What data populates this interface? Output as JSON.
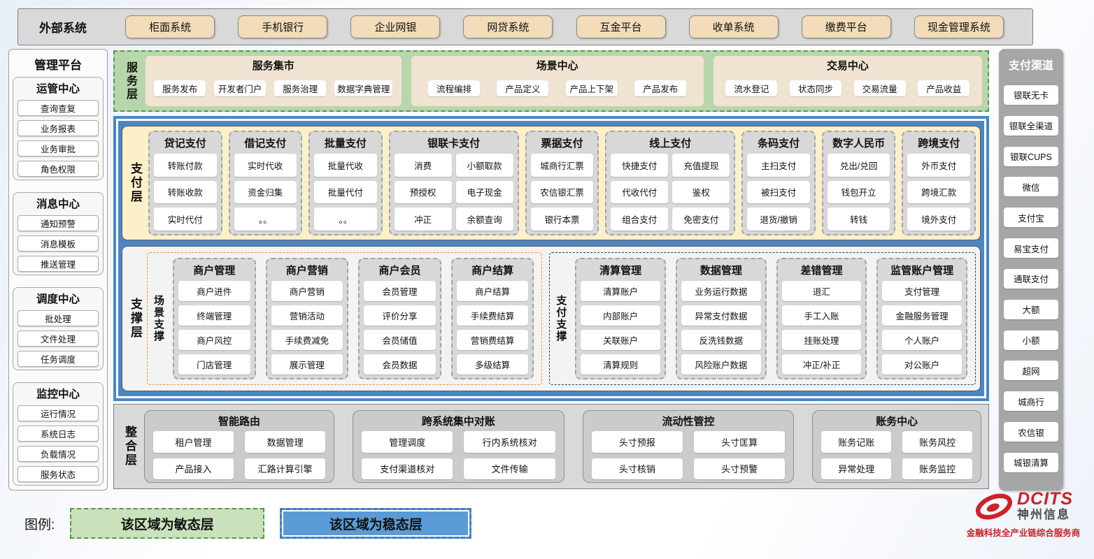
{
  "external_systems": {
    "label": "外部系统",
    "items": [
      "柜面系统",
      "手机银行",
      "企业网银",
      "网贷系统",
      "互金平台",
      "收单系统",
      "缴费平台",
      "现金管理系统"
    ]
  },
  "management_platform": {
    "title": "管理平台",
    "sections": [
      {
        "title": "运管中心",
        "items": [
          "查询查复",
          "业务报表",
          "业务审批",
          "角色权限"
        ]
      },
      {
        "title": "消息中心",
        "items": [
          "通知预警",
          "消息模板",
          "推送管理"
        ]
      },
      {
        "title": "调度中心",
        "items": [
          "批处理",
          "文件处理",
          "任务调度"
        ]
      },
      {
        "title": "监控中心",
        "items": [
          "运行情况",
          "系统日志",
          "负载情况",
          "服务状态"
        ]
      }
    ]
  },
  "service_layer": {
    "label": "服务层",
    "groups": [
      {
        "title": "服务集市",
        "items": [
          "服务发布",
          "开发者门户",
          "服务治理",
          "数据字典管理"
        ]
      },
      {
        "title": "场景中心",
        "items": [
          "流程编排",
          "产品定义",
          "产品上下架",
          "产品发布"
        ]
      },
      {
        "title": "交易中心",
        "items": [
          "流水登记",
          "状态同步",
          "交易流量",
          "产品收益"
        ]
      }
    ]
  },
  "payment_layer": {
    "label": "支付层",
    "groups": [
      {
        "title": "贷记支付",
        "cols": 1,
        "items": [
          "转账付款",
          "转账收款",
          "实时代付"
        ]
      },
      {
        "title": "借记支付",
        "cols": 1,
        "items": [
          "实时代收",
          "资金归集",
          "。。"
        ]
      },
      {
        "title": "批量支付",
        "cols": 1,
        "items": [
          "批量代收",
          "批量代付",
          "。。"
        ]
      },
      {
        "title": "银联卡支付",
        "cols": 2,
        "items": [
          "消费",
          "小额取款",
          "预授权",
          "电子现金",
          "冲正",
          "余额查询"
        ]
      },
      {
        "title": "票据支付",
        "cols": 1,
        "items": [
          "城商行汇票",
          "农信银汇票",
          "银行本票"
        ]
      },
      {
        "title": "线上支付",
        "cols": 2,
        "items": [
          "快捷支付",
          "充值提现",
          "代收代付",
          "鉴权",
          "组合支付",
          "免密支付"
        ]
      },
      {
        "title": "条码支付",
        "cols": 1,
        "items": [
          "主扫支付",
          "被扫支付",
          "退货/撤销"
        ]
      },
      {
        "title": "数字人民币",
        "cols": 1,
        "items": [
          "兑出/兑回",
          "钱包开立",
          "转钱"
        ]
      },
      {
        "title": "跨境支付",
        "cols": 1,
        "items": [
          "外币支付",
          "跨境汇款",
          "境外支付"
        ]
      }
    ]
  },
  "support_layer": {
    "label": "支撑层",
    "sections": [
      {
        "label": "场景支撑",
        "groups": [
          {
            "title": "商户管理",
            "items": [
              "商户进件",
              "终端管理",
              "商户风控",
              "门店管理"
            ]
          },
          {
            "title": "商户营销",
            "items": [
              "商户营销",
              "营销活动",
              "手续费减免",
              "展示管理"
            ]
          },
          {
            "title": "商户会员",
            "items": [
              "会员管理",
              "评价分享",
              "会员储值",
              "会员数据"
            ]
          },
          {
            "title": "商户结算",
            "items": [
              "商户结算",
              "手续费结算",
              "营销费结算",
              "多级结算"
            ]
          }
        ]
      },
      {
        "label": "支付支撑",
        "groups": [
          {
            "title": "清算管理",
            "items": [
              "清算账户",
              "内部账户",
              "关联账户",
              "清算规则"
            ]
          },
          {
            "title": "数据管理",
            "items": [
              "业务运行数据",
              "异常支付数据",
              "反洗钱数据",
              "风险账户数据"
            ]
          },
          {
            "title": "差错管理",
            "items": [
              "退汇",
              "手工入账",
              "挂账处理",
              "冲正/补正"
            ]
          },
          {
            "title": "监管账户管理",
            "items": [
              "支付管理",
              "金融服务管理",
              "个人账户",
              "对公账户"
            ]
          }
        ]
      }
    ]
  },
  "integration_layer": {
    "label": "整合层",
    "groups": [
      {
        "title": "智能路由",
        "items": [
          "租户管理",
          "数据管理",
          "产品接入",
          "汇路计算引擎"
        ]
      },
      {
        "title": "跨系统集中对账",
        "items": [
          "管理调度",
          "行内系统核对",
          "支付渠道核对",
          "文件传输"
        ]
      },
      {
        "title": "流动性管控",
        "items": [
          "头寸预报",
          "头寸匡算",
          "头寸核销",
          "头寸预警"
        ]
      },
      {
        "title": "账务中心",
        "items": [
          "账务记账",
          "账务风控",
          "异常处理",
          "账务监控"
        ]
      }
    ]
  },
  "payment_channels": {
    "title": "支付渠道",
    "items": [
      "银联无卡",
      "银联全渠道",
      "银联CUPS",
      "微信",
      "支付宝",
      "易宝支付",
      "通联支付",
      "大额",
      "小额",
      "超网",
      "城商行",
      "农信银",
      "城银清算"
    ]
  },
  "legend": {
    "label": "图例:",
    "agile_label": "该区域为敏态层",
    "stable_label": "该区域为稳态层"
  },
  "logo": {
    "brand": "DCITS",
    "company": "神州信息",
    "tagline": "金融科技全产业链综合服务商"
  },
  "colors": {
    "agile_green": "#b8d6ab",
    "stable_blue": "#4a86c6",
    "payment_yellow": "#fdf0c9",
    "tan_button": "#f2dcb9",
    "group_gray": "#d8d8d8",
    "brand_red": "#cc2229"
  }
}
